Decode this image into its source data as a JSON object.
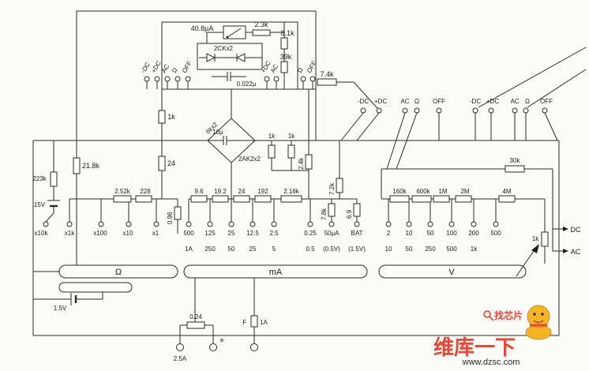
{
  "meter_block": {
    "movement": "40.8µA",
    "r_2_3k": "2.3k",
    "diodes": "2CKx2",
    "cap": "0.022µ",
    "r_8_1k": "8.1k",
    "r_39k": "39k"
  },
  "top": {
    "r_1k": "1k",
    "r_7_4k": "7.4k",
    "sel_left": [
      "-DC",
      "+DC",
      "AC",
      "Ω",
      "OFF"
    ],
    "sel_mid": [
      "+DC",
      "AC"
    ],
    "sel_mid2": [
      "Ω",
      "OFF"
    ],
    "sel_right_a": [
      "-DC",
      "+DC",
      "AC",
      "Ω",
      "OFF"
    ],
    "sel_right_b": [
      "-DC",
      "+DC"
    ],
    "sel_right_c": [
      "AC",
      "Ω",
      "OFF"
    ]
  },
  "bridge": {
    "r_6kx2": "6kx2",
    "cap_10u": "10µ",
    "diodes": "2AK2x2",
    "r_1k_a": "1k",
    "r_1k_b": "1k",
    "r_2_4k": "2.4k",
    "r_7_2k": "7.2k",
    "r_7_8k": "7.8k",
    "r_6_9": "6.9"
  },
  "ohm": {
    "r_21_8k": "21.8k",
    "r_223k": "223k",
    "bat_15v": "15V",
    "r_24": "24",
    "r_2_52k": "2.52k",
    "r_228": "228",
    "r_0_96": "0.96",
    "ranges": [
      "x10k",
      "x1k",
      "x100",
      "x10",
      "x1"
    ],
    "bar_label": "Ω",
    "bat_1_5v": "1.5V"
  },
  "ma": {
    "resistors": [
      "9.6",
      "19.2",
      "24",
      "192",
      "2.16k"
    ],
    "row1": [
      "500",
      "125",
      "25",
      "12.5",
      "2.5",
      "0.25",
      "50µA",
      "BAT"
    ],
    "row2": [
      "1A",
      "250",
      "50",
      "25",
      "5",
      "0.5",
      "(0.5V)",
      "(1.5V)"
    ],
    "bar_label": "mA"
  },
  "volt": {
    "r_30k": "30k",
    "resistors": [
      "160k",
      "600k",
      "1M",
      "2M",
      "4M"
    ],
    "row1": [
      "2",
      "10",
      "50",
      "100",
      "200",
      "500"
    ],
    "row2": [
      "10",
      "50",
      "250",
      "500",
      "1k"
    ],
    "r_1k": "1k",
    "bar_label": "V",
    "dc": "DC",
    "ac": "AC"
  },
  "bottom": {
    "r_0_24": "0.24",
    "fuse": "F",
    "fuse_rating": "1A",
    "t_2_5a": "2.5A",
    "t_star": "✳"
  },
  "watermark": {
    "mascot": "找芯片",
    "brand": "维库一下",
    "url": "www.dzsc.com"
  }
}
